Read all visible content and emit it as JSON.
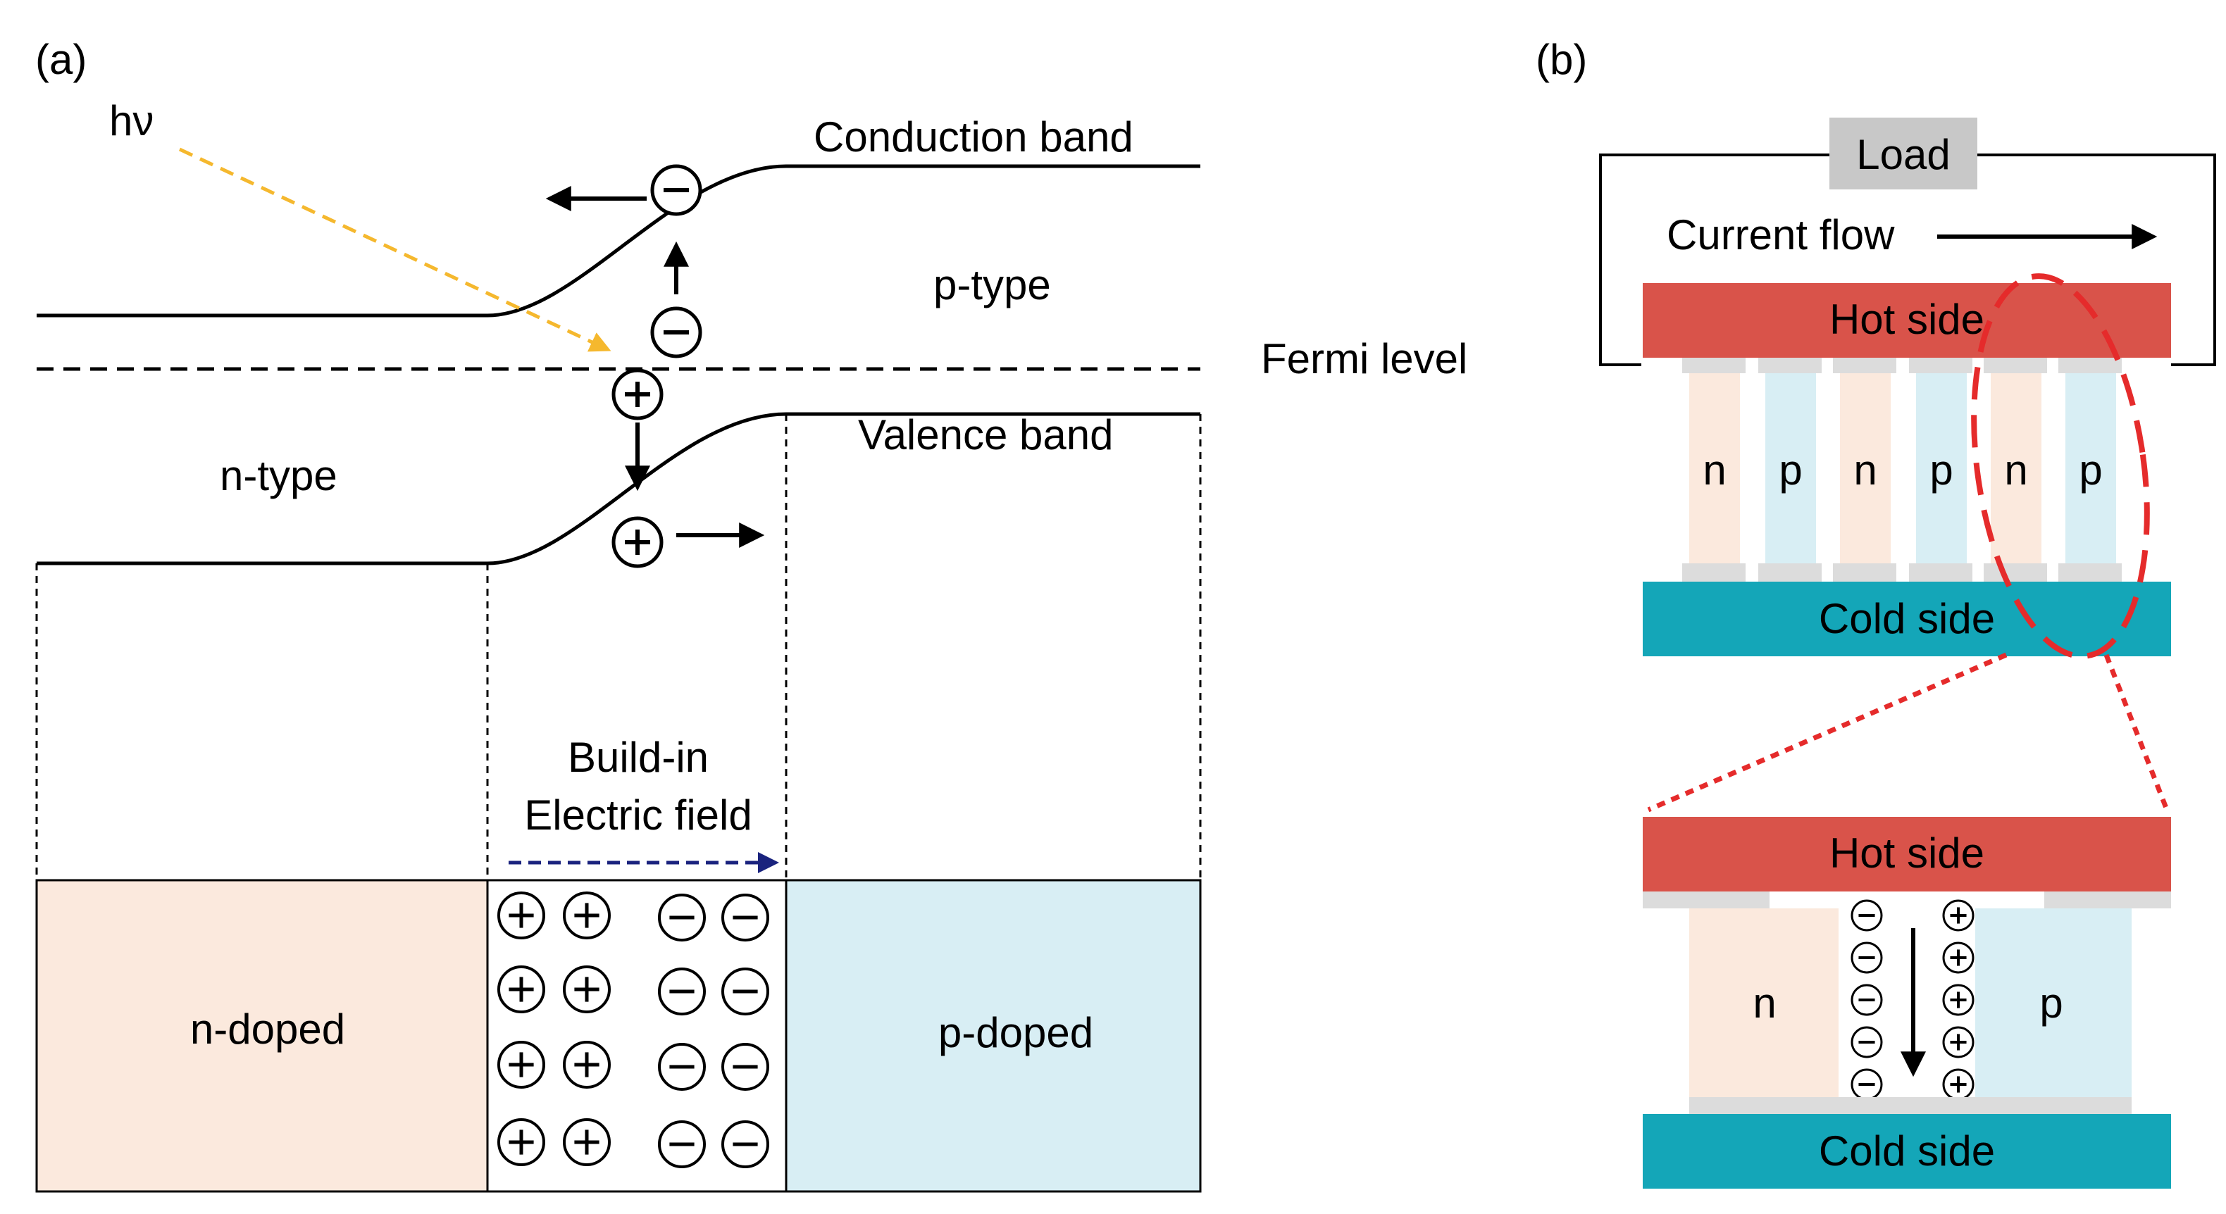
{
  "panel_a": {
    "tag": "(a)",
    "photon": "hν",
    "conduction_band": "Conduction band",
    "p_type": "p-type",
    "fermi_level": "Fermi level",
    "valence_band": "Valence band",
    "n_type": "n-type",
    "field_line1": "Build-in",
    "field_line2": "Electric field",
    "n_doped": "n-doped",
    "p_doped": "p-doped",
    "colors": {
      "photon_arrow": "#f5b82e",
      "field_arrow": "#1a237e",
      "n_region": "#fbe9dd",
      "p_region": "#d8eef4"
    }
  },
  "panel_b": {
    "tag": "(b)",
    "load": "Load",
    "current_flow": "Current flow",
    "hot_side": "Hot side",
    "cold_side": "Cold side",
    "legs": [
      "n",
      "p",
      "n",
      "p",
      "n",
      "p"
    ],
    "zoom": {
      "hot_side": "Hot side",
      "cold_side": "Cold side",
      "n": "n",
      "p": "p"
    },
    "colors": {
      "hot": "#d9534a",
      "cold": "#14a6b8",
      "load": "#c8c8c8",
      "n_leg": "#fbe9dd",
      "p_leg": "#d8eef4",
      "zoom_ellipse": "#e52b2b"
    }
  }
}
